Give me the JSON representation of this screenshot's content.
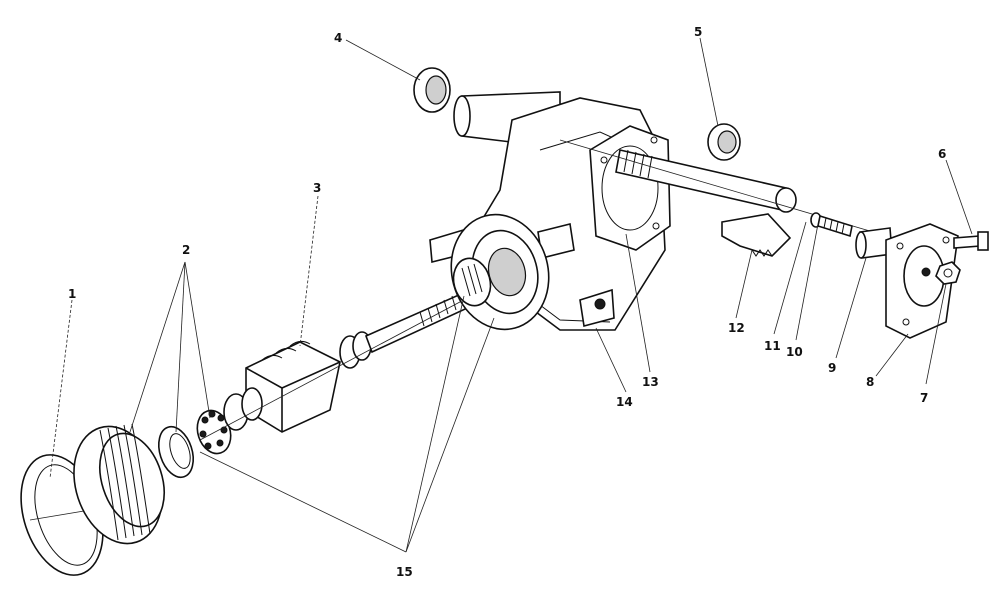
{
  "labels": [
    "1",
    "2",
    "3",
    "4",
    "5",
    "6",
    "7",
    "8",
    "9",
    "10",
    "11",
    "12",
    "13",
    "14",
    "15"
  ]
}
